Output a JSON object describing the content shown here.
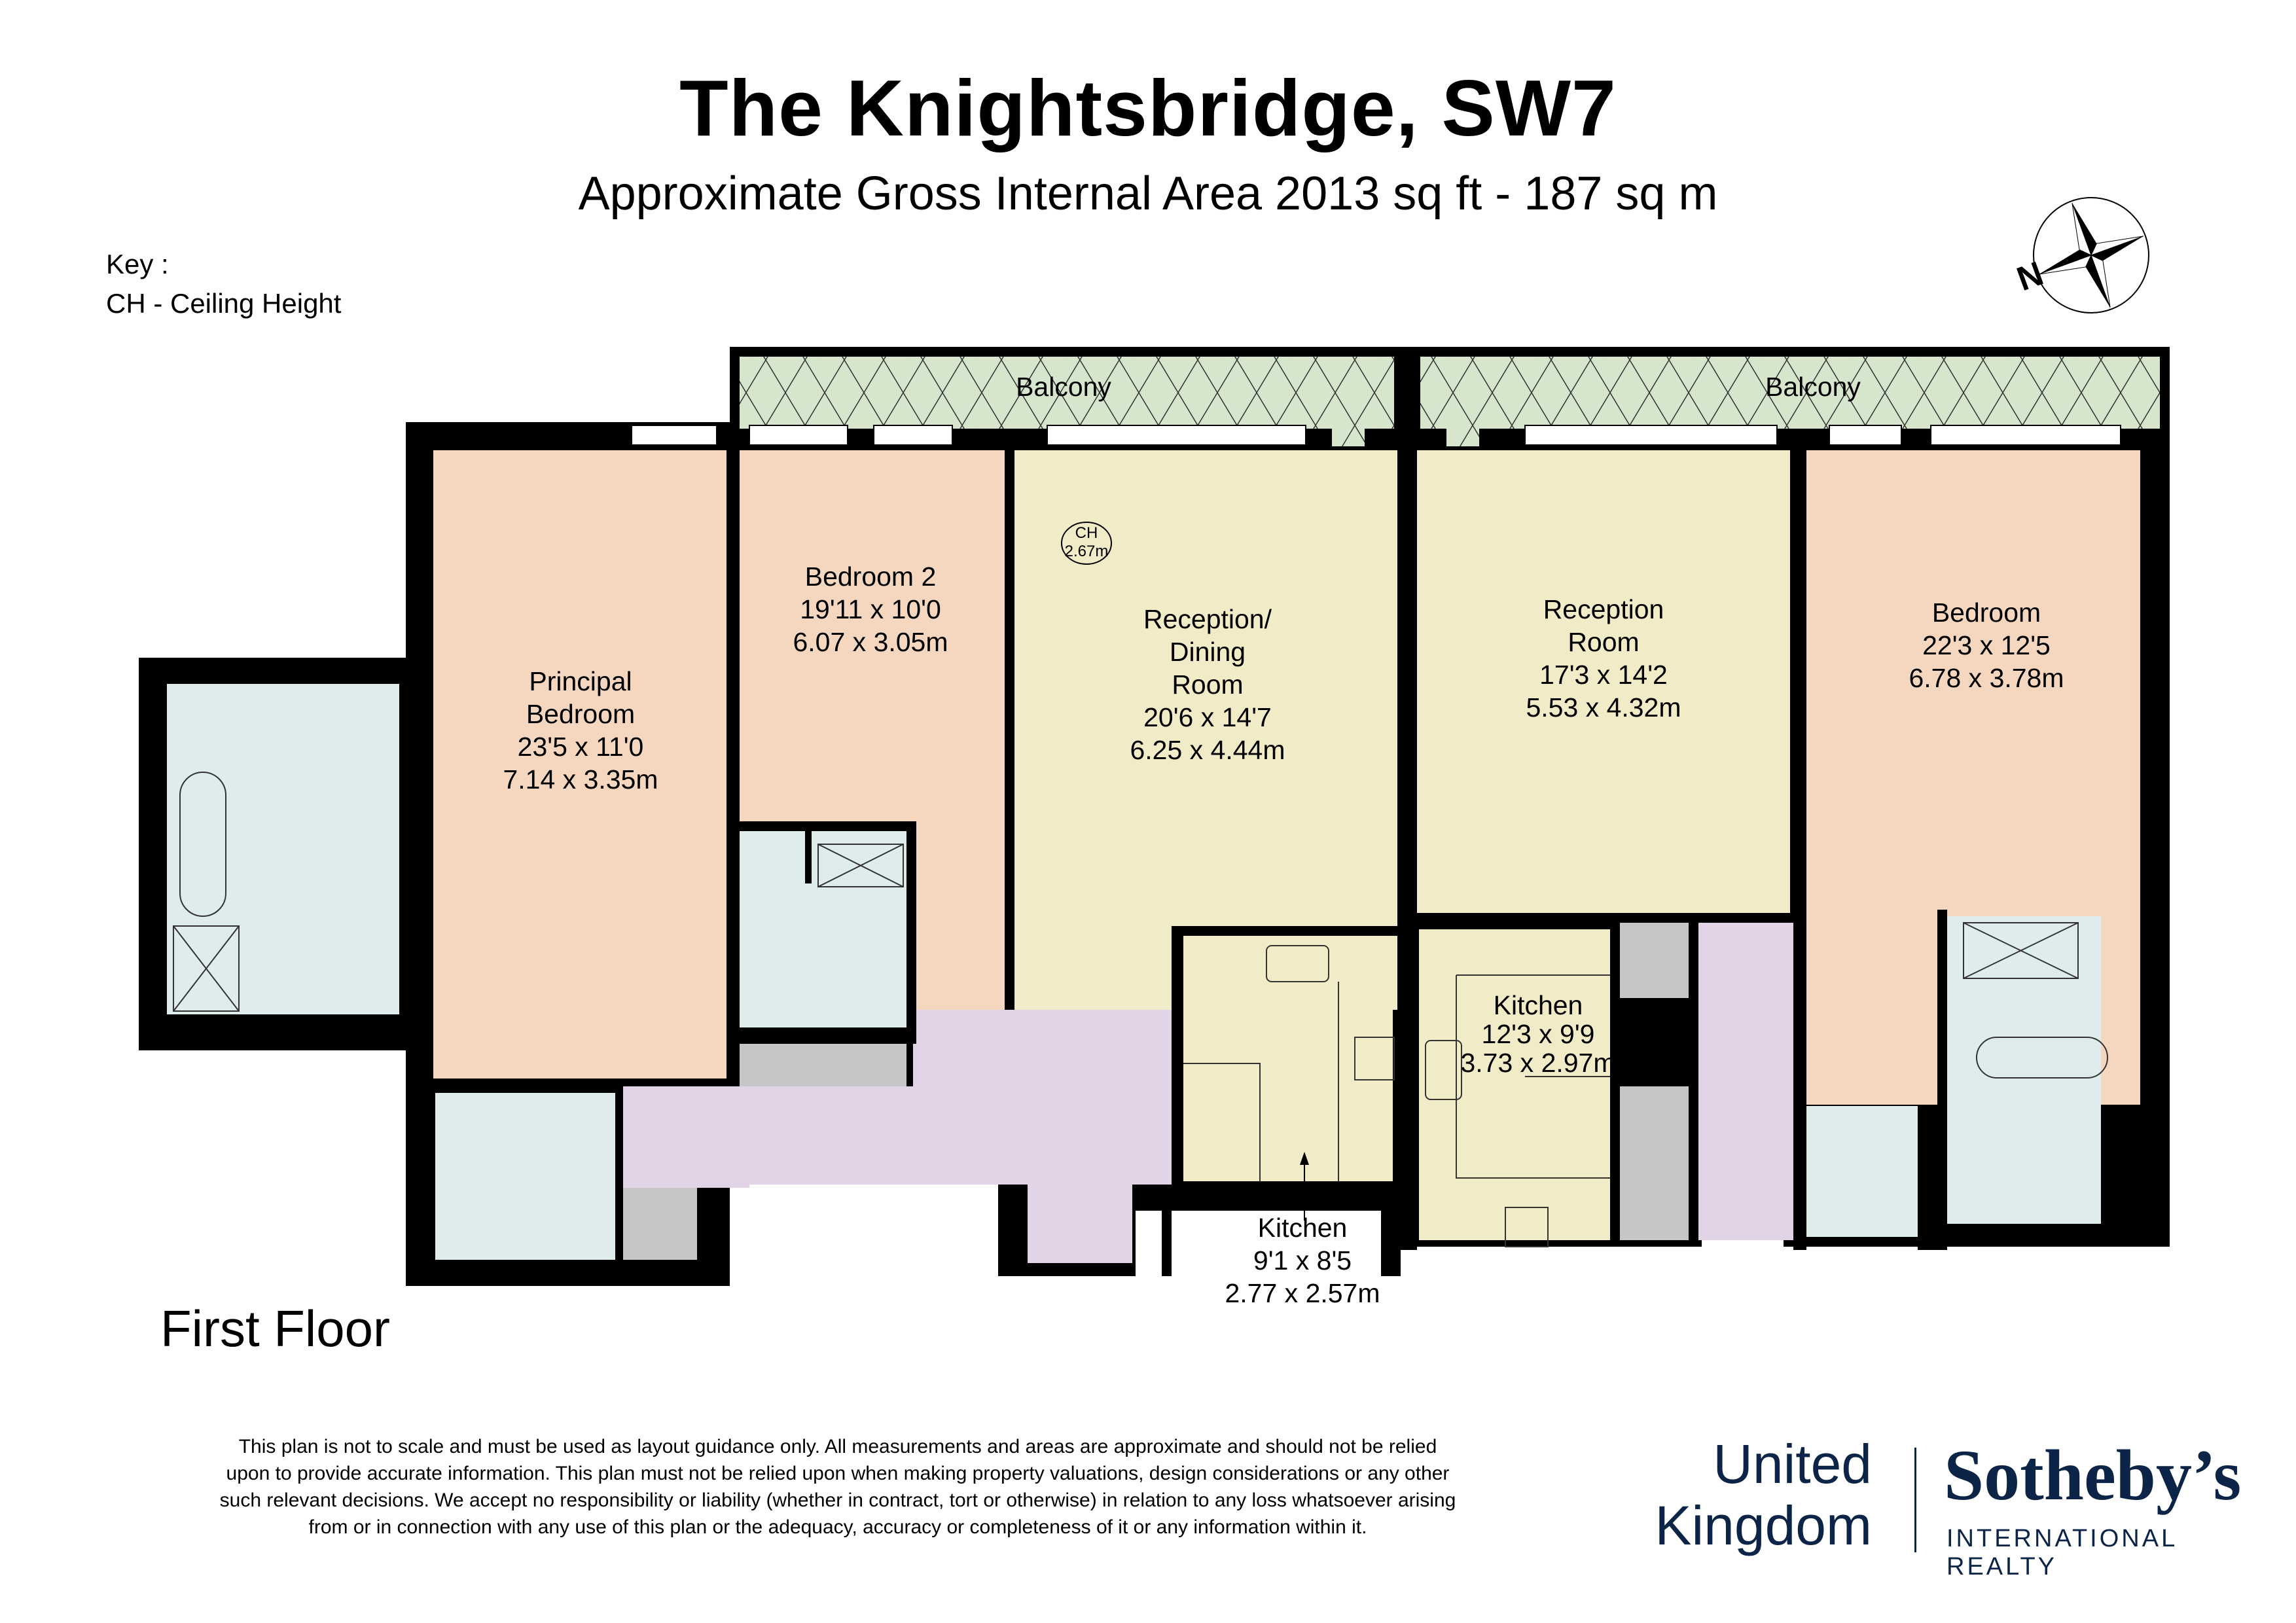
{
  "header": {
    "title": "The Knightsbridge, SW7",
    "subtitle": "Approximate Gross Internal Area 2013 sq ft - 187 sq m"
  },
  "key": {
    "title": "Key :",
    "items": [
      "CH - Ceiling Height"
    ]
  },
  "compass": {
    "icon": "compass-rose-icon",
    "north_label": "N"
  },
  "floor_label": "First Floor",
  "colors": {
    "wall": "#000000",
    "bedroom": "#f5d7bf",
    "reception": "#f2ebc8",
    "bathroom": "#deecec",
    "hallway": "#e3d3e6",
    "storage": "#c6c6c6",
    "balcony": "#d6e6cd",
    "brand_navy": "#0b2447"
  },
  "rooms": {
    "balcony_left": {
      "name": "Balcony"
    },
    "balcony_right": {
      "name": "Balcony"
    },
    "principal_bedroom": {
      "name_lines": [
        "Principal",
        "Bedroom"
      ],
      "imperial": "23'5 x 11'0",
      "metric": "7.14 x 3.35m"
    },
    "bedroom_2": {
      "name_lines": [
        "Bedroom 2"
      ],
      "imperial": "19'11 x 10'0",
      "metric": "6.07 x 3.05m"
    },
    "reception_dining": {
      "name_lines": [
        "Reception/",
        "Dining",
        "Room"
      ],
      "imperial": "20'6 x 14'7",
      "metric": "6.25 x 4.44m"
    },
    "reception_room": {
      "name_lines": [
        "Reception",
        "Room"
      ],
      "imperial": "17'3 x 14'2",
      "metric": "5.53 x 4.32m"
    },
    "bedroom": {
      "name_lines": [
        "Bedroom"
      ],
      "imperial": "22'3 x 12'5",
      "metric": "6.78 x 3.78m"
    },
    "kitchen_right": {
      "name_lines": [
        "Kitchen"
      ],
      "imperial": "12'3 x 9'9",
      "metric": "3.73 x 2.97m"
    },
    "kitchen_left": {
      "name_lines": [
        "Kitchen"
      ],
      "imperial": "9'1 x 8'5",
      "metric": "2.77 x 2.57m"
    }
  },
  "ceiling_marker": {
    "label": "CH",
    "value": "2.67m"
  },
  "disclaimer": "This plan is not to scale and must be used as layout guidance only. All measurements and areas are approximate and should not be relied upon to provide accurate information. This plan must not be relied upon when making property valuations, design considerations or any other such relevant decisions. We accept no responsibility or liability (whether in contract, tort or otherwise) in relation to any loss whatsoever arising from or in connection with any use of this plan or the adequacy, accuracy or completeness of it or any information within it.",
  "logo": {
    "region_line1": "United",
    "region_line2": "Kingdom",
    "brand": "Sotheby’s",
    "tagline": "INTERNATIONAL REALTY"
  }
}
